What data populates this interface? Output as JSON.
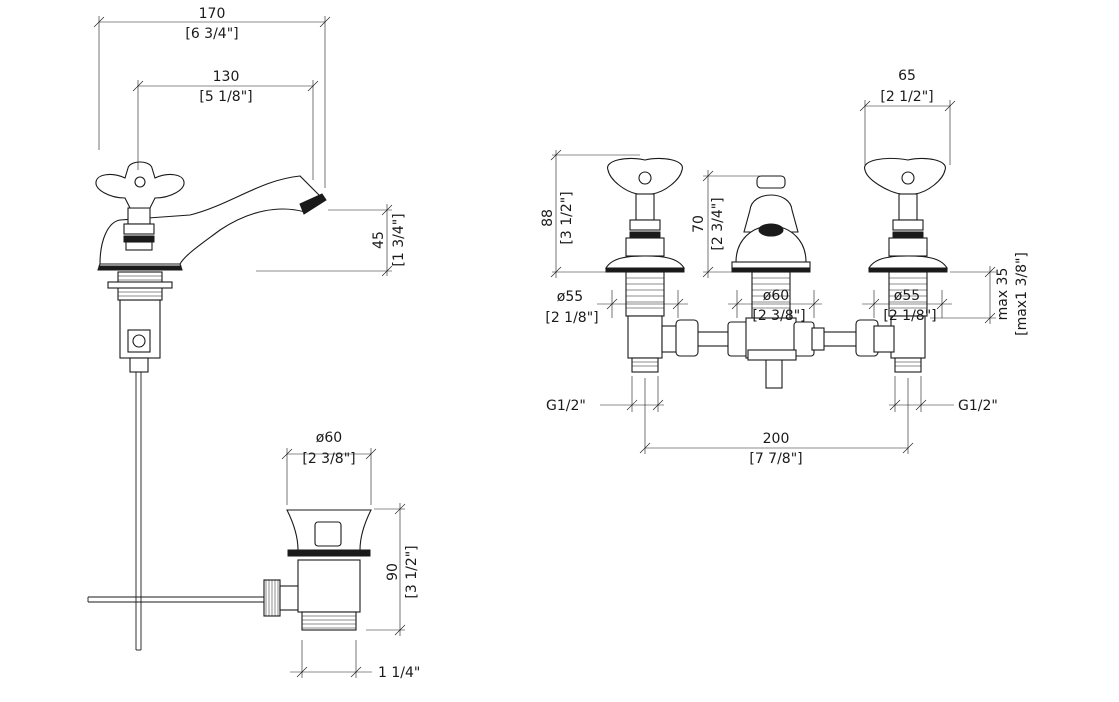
{
  "dimensions": {
    "side_overall_mm": "170",
    "side_overall_in": "[6 3/4\"]",
    "side_reach_mm": "130",
    "side_reach_in": "[5 1/8\"]",
    "side_spout_height_mm": "45",
    "side_spout_height_in": "[1 3/4\"]",
    "waste_dia_mm": "ø60",
    "waste_dia_in": "[2 3/8\"]",
    "waste_height_mm": "90",
    "waste_height_in": "[3 1/2\"]",
    "waste_thread": "1 1/4\"",
    "handle_width_mm": "65",
    "handle_width_in": "[2 1/2\"]",
    "valve_height_mm": "88",
    "valve_height_in": "[3 1/2\"]",
    "spout_height_mm": "70",
    "spout_height_in": "[2 3/4\"]",
    "left_flange_mm": "ø55",
    "left_flange_in": "[2 1/8\"]",
    "center_flange_mm": "ø60",
    "center_flange_in": "[2 3/8\"]",
    "right_flange_mm": "ø55",
    "right_flange_in": "[2 1/8\"]",
    "deck_thickness_mm": "max 35",
    "deck_thickness_in": "[max1 3/8\"]",
    "left_inlet": "G1/2\"",
    "right_inlet": "G1/2\"",
    "centers_mm": "200",
    "centers_in": "[7 7/8\"]"
  },
  "colors": {
    "line": "#1a1a1a",
    "background": "#ffffff"
  }
}
